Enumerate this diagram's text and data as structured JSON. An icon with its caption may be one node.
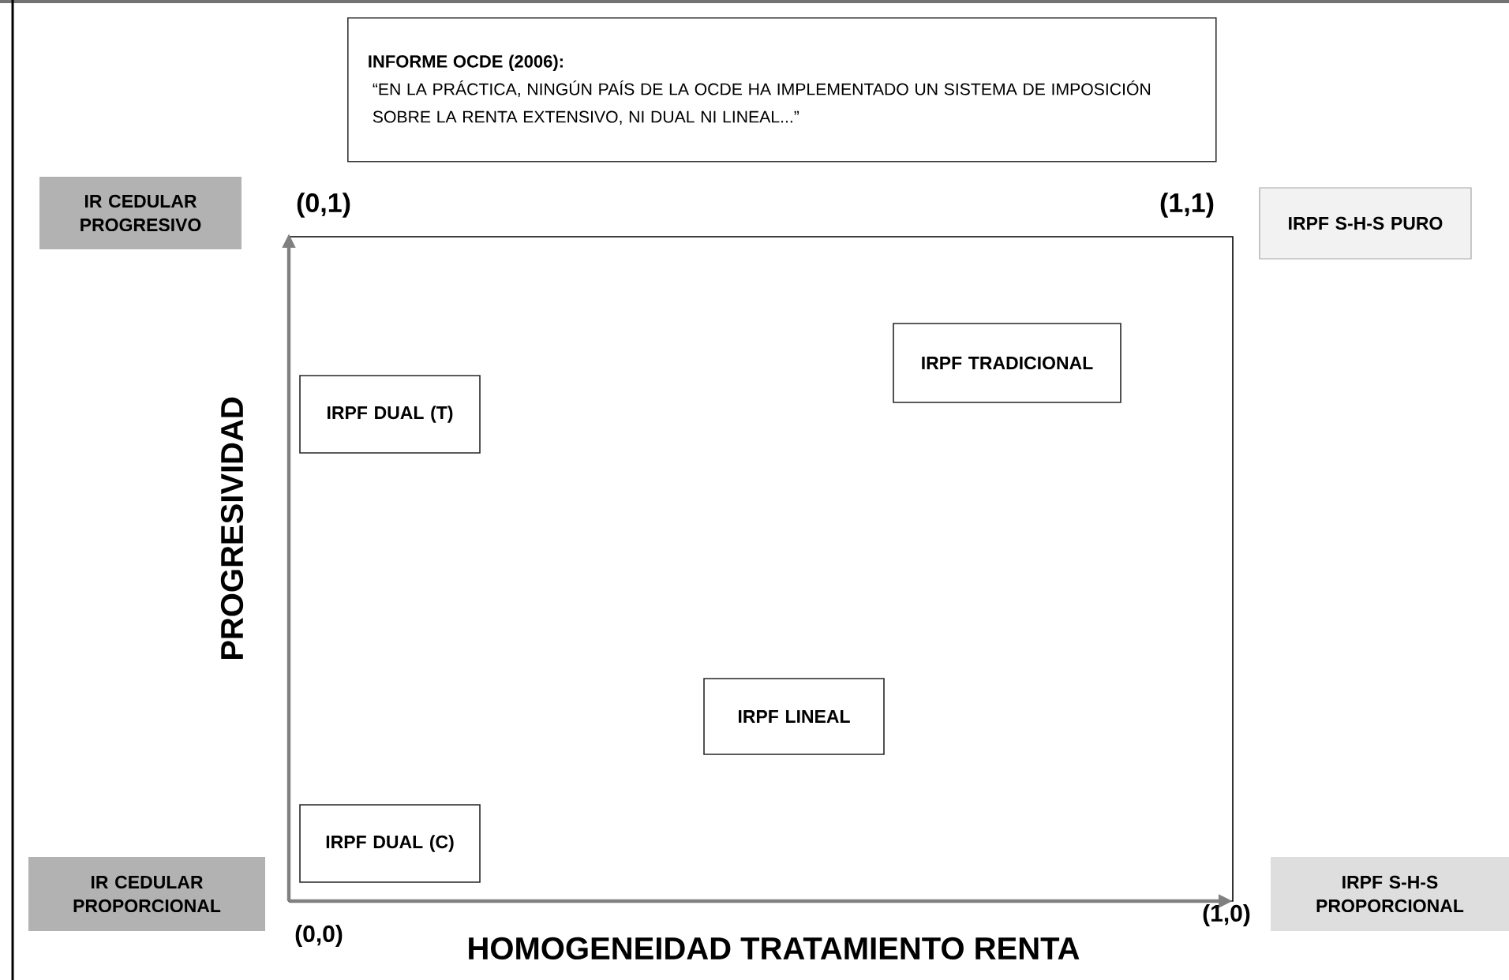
{
  "diagram": {
    "nodes": [
      {
        "text": [
          "INFORME OCDE (2006):",
          "“EN LA PRÁCTICA, NINGÚN PAÍS DE LA OCDE HA IMPLEMENTADO UN SISTEMA DE IMPOSICIÓN SOBRE LA RENTA EXTENSIVO, NI DUAL NI LINEAL...”"
        ]
      },
      {
        "text": [
          "IR CEDULAR PROGRESIVO"
        ]
      },
      {
        "text": [
          "IRPF S-H-S PURO"
        ]
      },
      {
        "text": [
          "IRPF TRADICIONAL"
        ]
      },
      {
        "text": [
          "IRPF DUAL (T)"
        ]
      },
      {
        "text": [
          "IRPF LINEAL"
        ]
      },
      {
        "text": [
          "IRPF DUAL (C)"
        ]
      },
      {
        "text": [
          "IR CEDULAR PROPORCIONAL"
        ]
      },
      {
        "text": [
          "IRPF S-H-S PROPORCIONAL"
        ]
      }
    ],
    "labels": [
      "(0,1)",
      "(1,1)",
      "PROGRESIVIDAD",
      "(0,0)",
      "HOMOGENEIDAD TRATAMIENTO RENTA",
      "(1,0)"
    ]
  }
}
